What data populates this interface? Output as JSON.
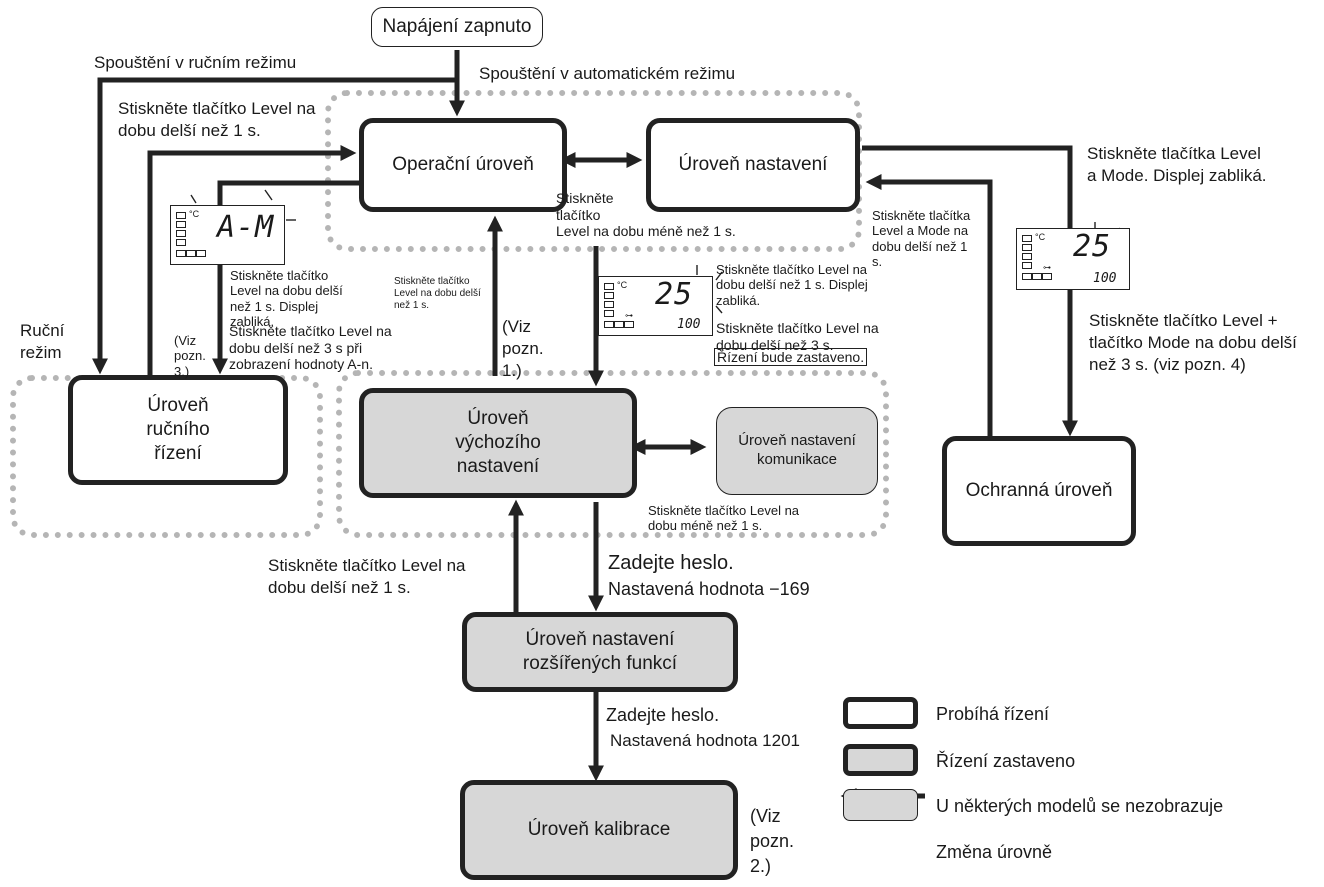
{
  "nodes": {
    "power_on": "Napájení zapnuto",
    "operation": "Operační úroveň",
    "adjustment": "Úroveň nastavení",
    "manual_control": "Úroveň ručního řízení",
    "initial_setting": "Úroveň výchozího nastavení",
    "communication": "Úroveň nastavení komunikace",
    "protect": "Ochranná úroveň",
    "advanced": "Úroveň nastavení rozšířených funkcí",
    "calibration": "Úroveň kalibrace"
  },
  "regions": {
    "manual_mode": "Ruční režim"
  },
  "labels": {
    "start_manual": "Spouštění v ručním režimu",
    "start_auto": "Spouštění v automatickém režimu",
    "level_over_1s_to_operation": "Stiskněte tlačítko Level na dobu delší než 1 s.",
    "press_level_under_1s_line1": "Stiskněte tlačítko",
    "press_level_under_1s_line2": "Level na dobu méně než 1 s.",
    "adj_to_protect": "Stiskněte tlačítka Level a Mode. Displej zabliká.",
    "protect_to_adj": "Stiskněte tlačítka Level a Mode na dobu delší než 1 s.",
    "manual_flash": "Stiskněte tlačítko Level na dobu delší než 1 s. Displej zabliká.",
    "manual_3s": "Stiskněte tlačítko Level na dobu delší než 3 s při zobrazení hodnoty A-n.",
    "note3": "(Viz pozn. 3.)",
    "init_to_op_small": "Stiskněte tlačítko Level na dobu delší než 1 s.",
    "note1": "(Viz pozn. 1.)",
    "init_flash": "Stiskněte tlačítko Level na dobu delší než 1 s. Displej zabliká.",
    "init_3s": "Stiskněte tlačítko Level na dobu delší než 3 s.",
    "control_stops": "Řízení bude zastaveno.",
    "comm_under_1s": "Stiskněte tlačítko Level na dobu méně než 1 s.",
    "to_protect_3s": "Stiskněte tlačítko Level + tlačítko Mode na dobu delší než 3 s. (viz pozn. 4)",
    "pw1_a": "Zadejte heslo.",
    "pw1_b": "Nastavená hodnota −169",
    "adv_to_init": "Stiskněte tlačítko Level na dobu delší než 1 s.",
    "pw2_a": "Zadejte heslo.",
    "pw2_b": "Nastavená hodnota 1201",
    "note2": "(Viz pozn. 2.)"
  },
  "displays": {
    "manual": {
      "main": "A-M",
      "unit": "°C"
    },
    "initial": {
      "main": "25",
      "sub": "100",
      "unit": "°C"
    },
    "protect": {
      "main": "25",
      "sub": "100",
      "unit": "°C"
    }
  },
  "legend": {
    "running": "Probíhá řízení",
    "stopped": "Řízení zastaveno",
    "not_shown": "U některých modelů se nezobrazuje",
    "change": "Změna úrovně"
  },
  "colors": {
    "stopped_fill": "#d7d7d7",
    "dotted_region": "#b5b5b5",
    "line": "#222222"
  }
}
